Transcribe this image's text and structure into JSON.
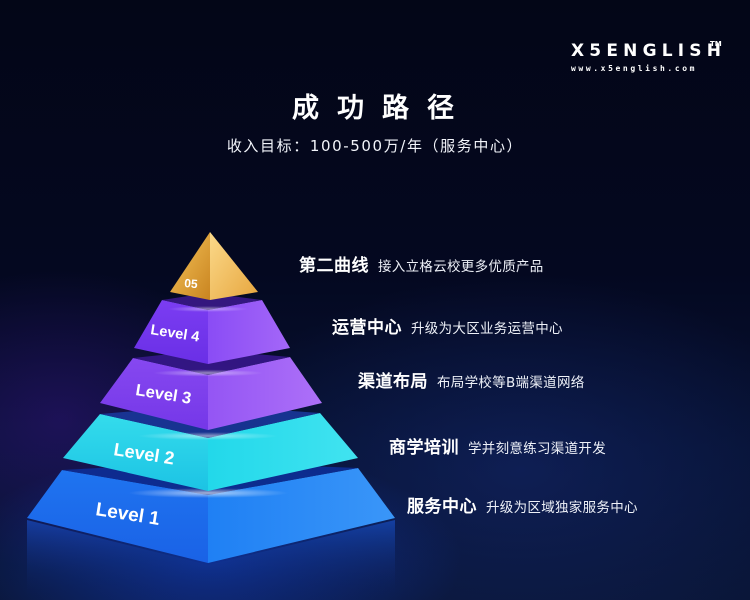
{
  "brand": {
    "name": "X5ENGLISH",
    "trademark": "TM",
    "url": "www.x5english.com"
  },
  "header": {
    "title": "成功路径",
    "subtitle": "收入目标：100-500万/年（服务中心）"
  },
  "pyramid": {
    "tiers": [
      {
        "label": "05",
        "color": "#e8a93a",
        "heading": "第二曲线",
        "description": "接入立格云校更多优质产品"
      },
      {
        "label": "Level 4",
        "color": "#7a3cf0",
        "heading": "运营中心",
        "description": "升级为大区业务运营中心"
      },
      {
        "label": "Level 3",
        "color": "#8a4af2",
        "heading": "渠道布局",
        "description": "布局学校等B端渠道网络"
      },
      {
        "label": "Level 2",
        "color": "#22d6e6",
        "heading": "商学培训",
        "description": "学并刻意练习渠道开发"
      },
      {
        "label": "Level 1",
        "color": "#1f7af2",
        "heading": "服务中心",
        "description": "升级为区域独家服务中心"
      }
    ]
  },
  "colors": {
    "background": "#03061a",
    "gold": "#e8a93a",
    "purple": "#7a3cf0",
    "cyan": "#22d6e6",
    "blue": "#1f7af2"
  }
}
